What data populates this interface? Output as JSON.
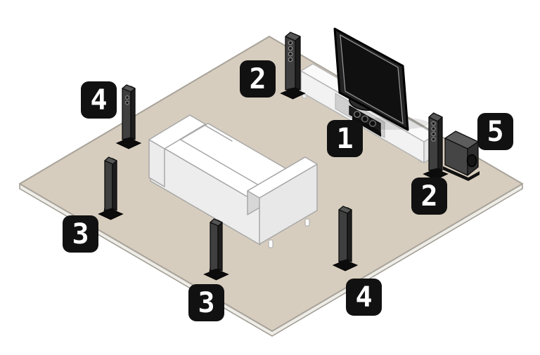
{
  "scene": {
    "background_color": "#ffffff",
    "floor_color": "#d7cdbe",
    "floor_edge_color": "#efede7",
    "label_bg": "#111111",
    "label_text_color": "#ffffff",
    "speaker_front_color": "#3f3f3f",
    "speaker_side_color": "#1e1e1e",
    "tv_bezel_color": "#232323",
    "tv_screen_color": "#101010",
    "sofa_color": "#ffffff",
    "console_color": "#fafafa"
  },
  "labels": [
    {
      "name": "center-channel",
      "number": "1"
    },
    {
      "name": "front-left-speaker",
      "number": "2"
    },
    {
      "name": "front-right-speaker",
      "number": "2"
    },
    {
      "name": "surround-left-speaker",
      "number": "3"
    },
    {
      "name": "surround-back-speaker",
      "number": "3"
    },
    {
      "name": "rear-left-speaker",
      "number": "4"
    },
    {
      "name": "rear-right-speaker",
      "number": "4"
    },
    {
      "name": "subwoofer",
      "number": "5"
    }
  ]
}
